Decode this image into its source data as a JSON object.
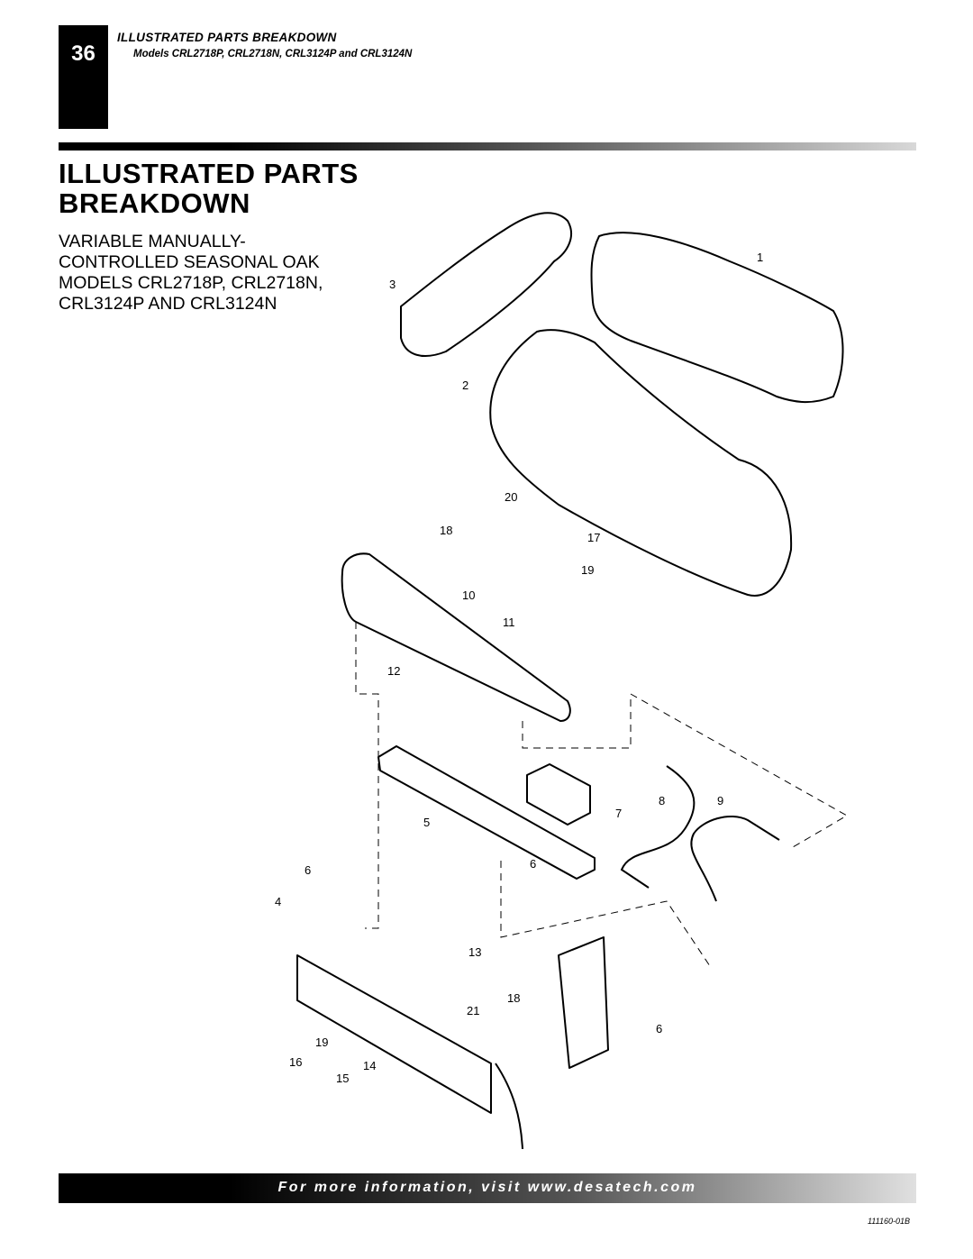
{
  "header": {
    "page_number": "36",
    "section_title": "ILLUSTRATED PARTS BREAKDOWN",
    "models_line": "Models CRL2718P, CRL2718N, CRL3124P and CRL3124N"
  },
  "title": {
    "line1": "ILLUSTRATED PARTS",
    "line2": "BREAKDOWN"
  },
  "subtitle": {
    "line1": "VARIABLE MANUALLY-",
    "line2": "CONTROLLED SEASONAL OAK",
    "line3": "MODELS CRL2718P, CRL2718N,",
    "line4": "CRL3124P AND CRL3124N"
  },
  "callouts": [
    "1",
    "2",
    "3",
    "4",
    "5",
    "6",
    "6",
    "6",
    "7",
    "8",
    "9",
    "10",
    "11",
    "12",
    "13",
    "14",
    "15",
    "16",
    "17",
    "18",
    "18",
    "19",
    "19",
    "20",
    "21"
  ],
  "footer": {
    "text": "For more information, visit www.desatech.com",
    "part_number": "111160-01B"
  }
}
